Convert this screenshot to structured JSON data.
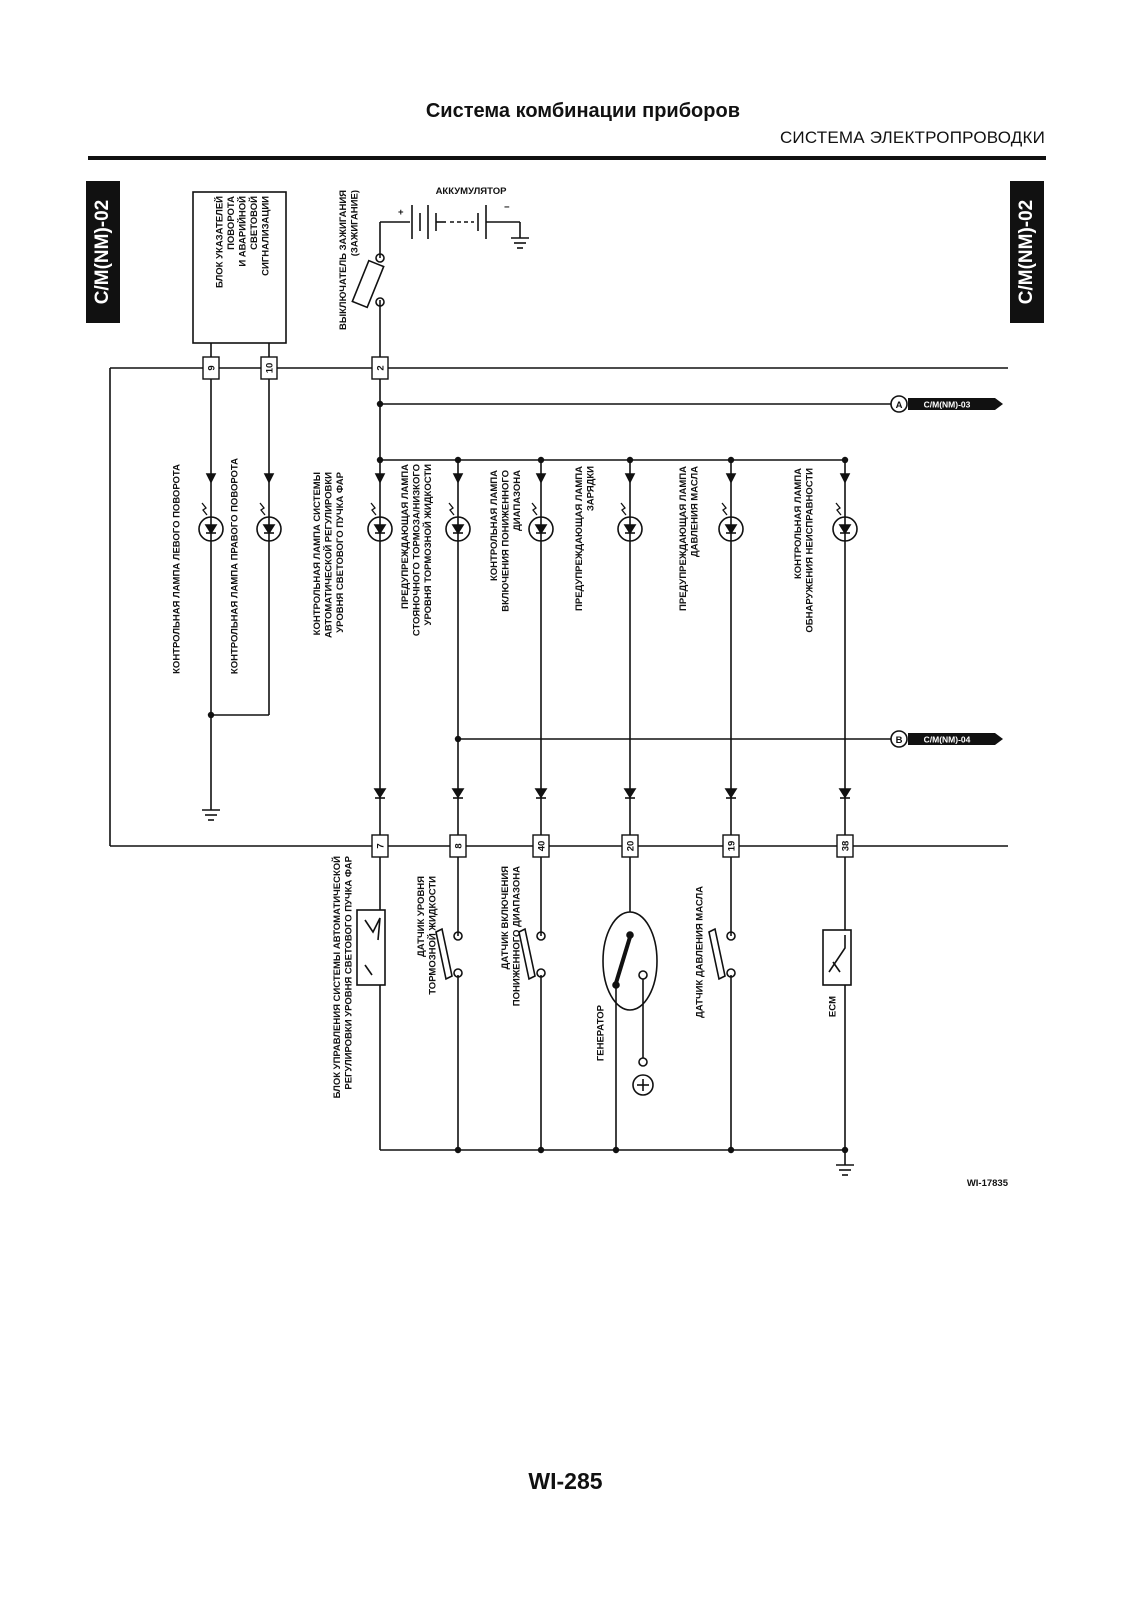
{
  "header": {
    "title": "Система комбинации приборов",
    "subtitle": "СИСТЕМА ЭЛЕКТРОПРОВОДКИ"
  },
  "tabs": {
    "left": "C/M(NM)-02",
    "right": "C/M(NM)-02"
  },
  "diagram": {
    "battery_label": "АККУМУЛЯТОР",
    "ignition_switch_label": [
      "ВЫКЛЮЧАТЕЛЬ ЗАЖИГАНИЯ",
      "(ЗАЖИГАНИЕ)"
    ],
    "turn_signal_unit_label": [
      "БЛОК УКАЗАТЕЛЕЙ",
      "ПОВОРОТА",
      "И АВАРИЙНОЙ",
      "СВЕТОВОЙ",
      "СИГНАЛИЗАЦИИ"
    ],
    "connector_a": {
      "letter": "A",
      "ref": "C/M(NM)-03"
    },
    "connector_b": {
      "letter": "B",
      "ref": "C/M(NM)-04"
    },
    "top_pins": [
      "9",
      "10",
      "2"
    ],
    "bottom_pins": [
      "7",
      "8",
      "40",
      "20",
      "19",
      "38"
    ],
    "lamps": [
      [
        "КОНТРОЛЬНАЯ ЛАМПА ЛЕВОГО ПОВОРОТА"
      ],
      [
        "КОНТРОЛЬНАЯ ЛАМПА ПРАВОГО ПОВОРОТА"
      ],
      [
        "КОНТРОЛЬНАЯ ЛАМПА СИСТЕМЫ",
        "АВТОМАТИЧЕСКОЙ РЕГУЛИРОВКИ",
        "УРОВНЯ СВЕТОВОГО ПУЧКА ФАР"
      ],
      [
        "ПРЕДУПРЕЖДАЮЩАЯ ЛАМПА",
        "СТОЯНОЧНОГО ТОРМОЗА/НИЗКОГО",
        "УРОВНЯ ТОРМОЗНОЙ ЖИДКОСТИ"
      ],
      [
        "КОНТРОЛЬНАЯ ЛАМПА",
        "ВКЛЮЧЕНИЯ ПОНИЖЕННОГО",
        "ДИАПАЗОНА"
      ],
      [
        "ПРЕДУПРЕЖДАЮЩАЯ ЛАМПА",
        "ЗАРЯДКИ"
      ],
      [
        "ПРЕДУПРЕЖДАЮЩАЯ ЛАМПА",
        "ДАВЛЕНИЯ МАСЛА"
      ],
      [
        "КОНТРОЛЬНАЯ ЛАМПА",
        "ОБНАРУЖЕНИЯ НЕИСПРАВНОСТИ"
      ]
    ],
    "devices": [
      [
        "БЛОК УПРАВЛЕНИЯ СИСТЕМЫ АВТОМАТИЧЕСКОЙ",
        "РЕГУЛИРОВКИ УРОВНЯ СВЕТОВОГО ПУЧКА ФАР"
      ],
      [
        "ДАТЧИК УРОВНЯ",
        "ТОРМОЗНОЙ ЖИДКОСТИ"
      ],
      [
        "ДАТЧИК ВКЛЮЧЕНИЯ",
        "ПОНИЖЕННОГО ДИАПАЗОНА"
      ],
      [
        "ГЕНЕРАТОР"
      ],
      [
        "ДАТЧИК ДАВЛЕНИЯ МАСЛА"
      ],
      [
        "ECM"
      ]
    ],
    "figure_code": "WI-17835"
  },
  "footer": {
    "page_number": "WI-285"
  }
}
